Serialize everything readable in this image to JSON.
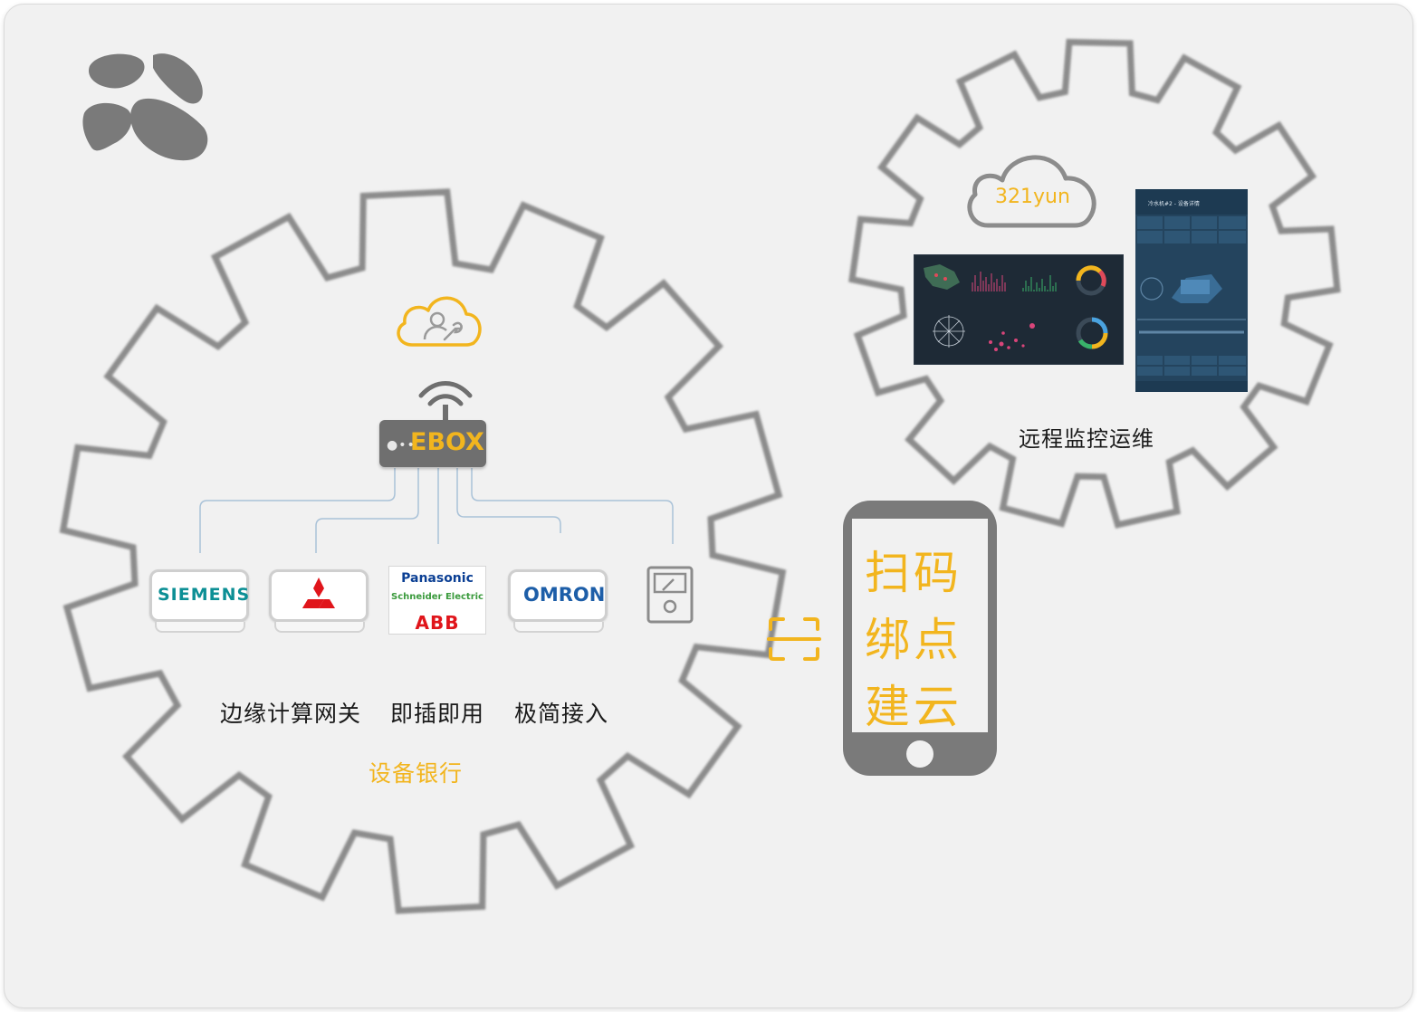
{
  "colors": {
    "accent": "#f2b51e",
    "gear_stroke": "#8c8c8c",
    "dark_gray": "#6f6f6f",
    "connector": "#a9c2d8"
  },
  "logo": {
    "icon": "paw-icon"
  },
  "gateway": {
    "icon": "cloud-user-icon",
    "wifi_icon": "wifi-icon",
    "label": "EBOX"
  },
  "brands": {
    "siemens": "SIEMENS",
    "mitsubishi_icon": "mitsubishi-logo",
    "panasonic": "Panasonic",
    "schneider": "Schneider Electric",
    "abb": "ABB",
    "omron": "OMRON",
    "meter_icon": "meter-icon"
  },
  "features": {
    "f1": "边缘计算网关",
    "f2": "即插即用",
    "f3": "极简接入"
  },
  "device_bank": "设备银行",
  "scan_icon": "scan-icon",
  "phone": {
    "line1": "扫码",
    "line2": "绑点",
    "line3": "建云"
  },
  "cloud": {
    "label": "321yun",
    "caption": "远程监控运维"
  },
  "app_screen": {
    "title": "冷水机#2 - 设备详情"
  }
}
